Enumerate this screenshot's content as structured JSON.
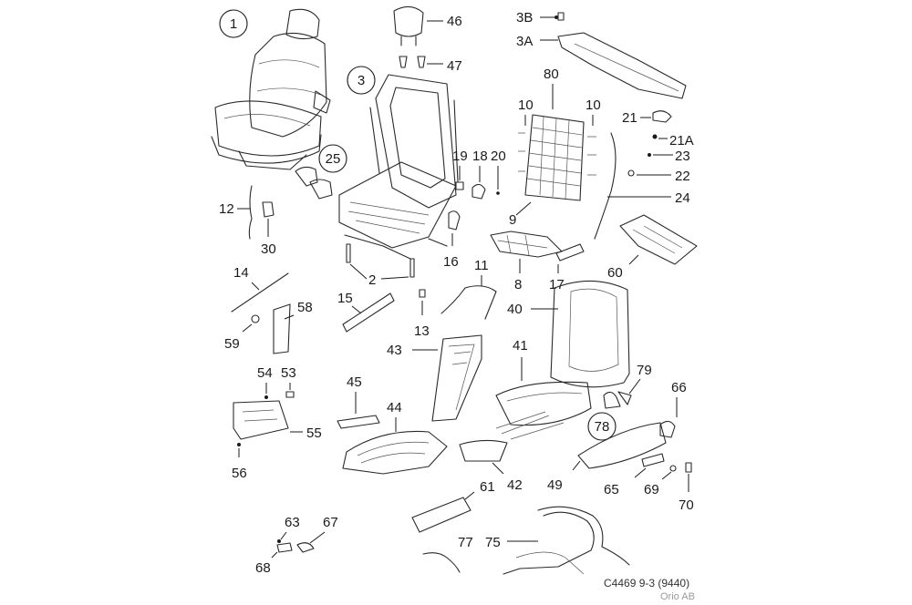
{
  "callouts": {
    "c1": "1",
    "c3": "3",
    "c25": "25",
    "c78": "78",
    "c46": "46",
    "c47": "47",
    "c3B": "3B",
    "c3A": "3A",
    "c80": "80",
    "c10a": "10",
    "c10b": "10",
    "c21": "21",
    "c21A": "21A",
    "c23": "23",
    "c22": "22",
    "c24": "24",
    "c19": "19",
    "c18": "18",
    "c20": "20",
    "c9": "9",
    "c12": "12",
    "c30": "30",
    "c2": "2",
    "c16": "16",
    "c60": "60",
    "c8": "8",
    "c17": "17",
    "c11": "11",
    "c14": "14",
    "c58": "58",
    "c15": "15",
    "c13": "13",
    "c59": "59",
    "c40": "40",
    "c43": "43",
    "c41": "41",
    "c79": "79",
    "c66": "66",
    "c54": "54",
    "c53": "53",
    "c45": "45",
    "c44": "44",
    "c55": "55",
    "c56": "56",
    "c42": "42",
    "c61": "61",
    "c49": "49",
    "c65": "65",
    "c69": "69",
    "c70": "70",
    "c63": "63",
    "c67": "67",
    "c68": "68",
    "c77": "77",
    "c75": "75"
  },
  "footer": {
    "code": "C4469 9-3 (9440)",
    "company": "Orio AB"
  }
}
